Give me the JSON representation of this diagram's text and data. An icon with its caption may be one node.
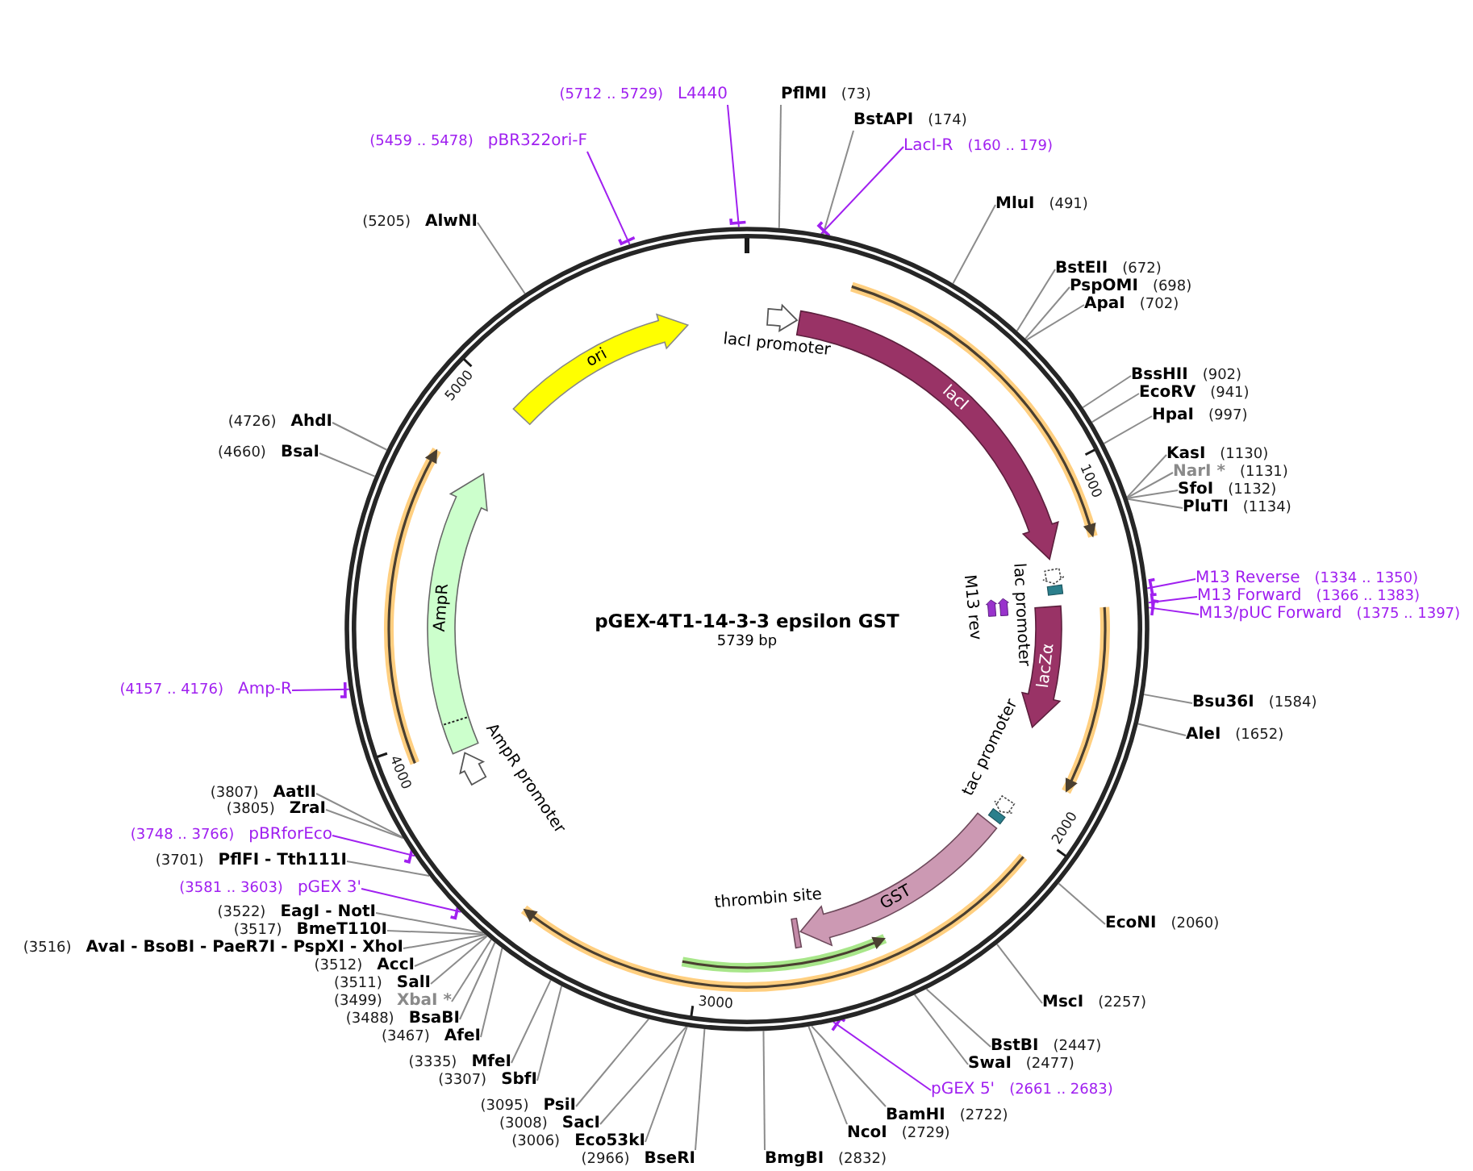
{
  "diagram": {
    "nodes": [
      {
        "text": [
          "PflMI",
          "(73)"
        ]
      },
      {
        "text": [
          "BstAPI",
          "(174)"
        ]
      },
      {
        "text": [
          "LacI-R",
          "(160 .. 179)"
        ]
      },
      {
        "text": [
          "MluI",
          "(491)"
        ]
      },
      {
        "text": [
          "BstEII",
          "(672)"
        ]
      },
      {
        "text": [
          "PspOMI",
          "(698)"
        ]
      },
      {
        "text": [
          "ApaI",
          "(702)"
        ]
      },
      {
        "text": [
          "BssHII",
          "(902)"
        ]
      },
      {
        "text": [
          "EcoRV",
          "(941)"
        ]
      },
      {
        "text": [
          "HpaI",
          "(997)"
        ]
      },
      {
        "text": [
          "KasI",
          "(1130)"
        ]
      },
      {
        "text": [
          "NarI *",
          "(1131)"
        ]
      },
      {
        "text": [
          "SfoI",
          "(1132)"
        ]
      },
      {
        "text": [
          "PluTI",
          "(1134)"
        ]
      },
      {
        "text": [
          "M13 Reverse",
          "(1334 .. 1350)"
        ]
      },
      {
        "text": [
          "M13 Forward",
          "(1366 .. 1383)"
        ]
      },
      {
        "text": [
          "M13/pUC Forward",
          "(1375 .. 1397)"
        ]
      },
      {
        "text": [
          "Bsu36I",
          "(1584)"
        ]
      },
      {
        "text": [
          "AleI",
          "(1652)"
        ]
      },
      {
        "text": [
          "EcoNI",
          "(2060)"
        ]
      },
      {
        "text": [
          "MscI",
          "(2257)"
        ]
      },
      {
        "text": [
          "BstBI",
          "(2447)"
        ]
      },
      {
        "text": [
          "SwaI",
          "(2477)"
        ]
      },
      {
        "text": [
          "pGEX 5'",
          "(2661 .. 2683)"
        ]
      },
      {
        "text": [
          "BamHI",
          "(2722)"
        ]
      },
      {
        "text": [
          "NcoI",
          "(2729)"
        ]
      },
      {
        "text": [
          "BmgBI",
          "(2832)"
        ]
      },
      {
        "text": [
          "(2966)",
          "BseRI"
        ]
      },
      {
        "text": [
          "(3006)",
          "Eco53kI"
        ]
      },
      {
        "text": [
          "(3008)",
          "SacI"
        ]
      },
      {
        "text": [
          "(3095)",
          "PsiI"
        ]
      },
      {
        "text": [
          "(3307)",
          "SbfI"
        ]
      },
      {
        "text": [
          "(3335)",
          "MfeI"
        ]
      },
      {
        "text": [
          "(3467)",
          "AfeI"
        ]
      },
      {
        "text": [
          "(3488)",
          "BsaBI"
        ]
      },
      {
        "text": [
          "(3499)",
          "XbaI *"
        ]
      },
      {
        "text": [
          "(3511)",
          "SalI"
        ]
      },
      {
        "text": [
          "(3512)",
          "AccI"
        ]
      },
      {
        "text": [
          "(3516)",
          "AvaI - BsoBI - PaeR7I - PspXI - XhoI"
        ]
      },
      {
        "text": [
          "(3517)",
          "BmeT110I"
        ]
      },
      {
        "text": [
          "(3522)",
          "EagI - NotI"
        ]
      },
      {
        "text": [
          "(3581 .. 3603)",
          "pGEX 3'"
        ]
      },
      {
        "text": [
          "(3701)",
          "PflFI - Tth111I"
        ]
      },
      {
        "text": [
          "(3748 .. 3766)",
          "pBRforEco"
        ]
      },
      {
        "text": [
          "(3805)",
          "ZraI"
        ]
      },
      {
        "text": [
          "(3807)",
          "AatII"
        ]
      },
      {
        "text": [
          "(4157 .. 4176)",
          "Amp-R"
        ]
      },
      {
        "text": [
          "(4660)",
          "BsaI"
        ]
      },
      {
        "text": [
          "(4726)",
          "AhdI"
        ]
      },
      {
        "text": [
          "(5205)",
          "AlwNI"
        ]
      },
      {
        "text": [
          "(5459 .. 5478)",
          "pBR322ori-F"
        ]
      },
      {
        "text": [
          "(5712 .. 5729)",
          "L4440"
        ]
      },
      {
        "text": [
          "pGEX-4T1-14-3-3 epsilon GST",
          "5739 bp"
        ]
      },
      {
        "text": [
          "lacI promoter"
        ],
        "in": 52
      },
      {
        "text": [
          "lacI"
        ],
        "in": 52
      },
      {
        "text": [
          "lac promoter"
        ],
        "in": 52
      },
      {
        "text": [
          "M13 rev"
        ],
        "in": 52
      },
      {
        "text": [
          "lacZα"
        ],
        "in": 52
      },
      {
        "text": [
          "tac promoter"
        ],
        "in": 52
      },
      {
        "text": [
          "GST"
        ],
        "in": 52
      },
      {
        "text": [
          "thrombin site"
        ],
        "in": 52
      },
      {
        "text": [
          "AmpR promoter"
        ],
        "in": 52
      },
      {
        "text": [
          "AmpR"
        ],
        "in": 52
      },
      {
        "text": [
          "ori"
        ],
        "in": 52
      }
    ],
    "edges": [
      {
        "from": 0,
        "to": 52,
        "arrow": "none"
      },
      {
        "from": 1,
        "to": 52,
        "arrow": "none"
      },
      {
        "from": 2,
        "to": 52,
        "arrow": "other",
        "color": "#a020f0"
      },
      {
        "from": 3,
        "to": 52,
        "arrow": "none"
      },
      {
        "from": 4,
        "to": 52,
        "arrow": "none"
      },
      {
        "from": 5,
        "to": 52,
        "arrow": "none"
      },
      {
        "from": 6,
        "to": 52,
        "arrow": "none"
      },
      {
        "from": 7,
        "to": 52,
        "arrow": "none"
      },
      {
        "from": 8,
        "to": 52,
        "arrow": "none"
      },
      {
        "from": 9,
        "to": 52,
        "arrow": "none"
      },
      {
        "from": 10,
        "to": 52,
        "arrow": "none"
      },
      {
        "from": 11,
        "to": 52,
        "arrow": "none"
      },
      {
        "from": 12,
        "to": 52,
        "arrow": "none"
      },
      {
        "from": 13,
        "to": 52,
        "arrow": "none"
      },
      {
        "from": 14,
        "to": 52,
        "arrow": "other",
        "color": "#a020f0"
      },
      {
        "from": 15,
        "to": 52,
        "arrow": "other",
        "color": "#a020f0"
      },
      {
        "from": 16,
        "to": 52,
        "arrow": "other",
        "color": "#a020f0"
      },
      {
        "from": 17,
        "to": 52,
        "arrow": "none"
      },
      {
        "from": 18,
        "to": 52,
        "arrow": "none"
      },
      {
        "from": 19,
        "to": 52,
        "arrow": "none"
      },
      {
        "from": 20,
        "to": 52,
        "arrow": "none"
      },
      {
        "from": 21,
        "to": 52,
        "arrow": "none"
      },
      {
        "from": 22,
        "to": 52,
        "arrow": "none"
      },
      {
        "from": 23,
        "to": 52,
        "arrow": "other",
        "color": "#a020f0"
      },
      {
        "from": 24,
        "to": 52,
        "arrow": "none"
      },
      {
        "from": 25,
        "to": 52,
        "arrow": "none"
      },
      {
        "from": 26,
        "to": 52,
        "arrow": "none"
      },
      {
        "from": 27,
        "to": 52,
        "arrow": "none"
      },
      {
        "from": 28,
        "to": 52,
        "arrow": "none"
      },
      {
        "from": 29,
        "to": 52,
        "arrow": "none"
      },
      {
        "from": 30,
        "to": 52,
        "arrow": "none"
      },
      {
        "from": 31,
        "to": 52,
        "arrow": "none"
      },
      {
        "from": 32,
        "to": 52,
        "arrow": "none"
      },
      {
        "from": 33,
        "to": 52,
        "arrow": "none"
      },
      {
        "from": 34,
        "to": 52,
        "arrow": "none"
      },
      {
        "from": 35,
        "to": 52,
        "arrow": "none"
      },
      {
        "from": 36,
        "to": 52,
        "arrow": "none"
      },
      {
        "from": 37,
        "to": 52,
        "arrow": "none"
      },
      {
        "from": 38,
        "to": 52,
        "arrow": "none"
      },
      {
        "from": 39,
        "to": 52,
        "arrow": "none"
      },
      {
        "from": 40,
        "to": 52,
        "arrow": "none"
      },
      {
        "from": 41,
        "to": 52,
        "arrow": "other",
        "color": "#a020f0"
      },
      {
        "from": 42,
        "to": 52,
        "arrow": "none"
      },
      {
        "from": 43,
        "to": 52,
        "arrow": "other",
        "color": "#a020f0"
      },
      {
        "from": 44,
        "to": 52,
        "arrow": "none"
      },
      {
        "from": 45,
        "to": 52,
        "arrow": "none"
      },
      {
        "from": 46,
        "to": 52,
        "arrow": "other",
        "color": "#a020f0"
      },
      {
        "from": 47,
        "to": 52,
        "arrow": "none"
      },
      {
        "from": 48,
        "to": 52,
        "arrow": "none"
      },
      {
        "from": 49,
        "to": 52,
        "arrow": "none"
      },
      {
        "from": 50,
        "to": 52,
        "arrow": "other",
        "color": "#a020f0"
      },
      {
        "from": 51,
        "to": 52,
        "arrow": "other",
        "color": "#a020f0"
      }
    ],
    "labels": [
      "1000",
      "2000",
      "3000",
      "4000",
      "5000"
    ]
  }
}
